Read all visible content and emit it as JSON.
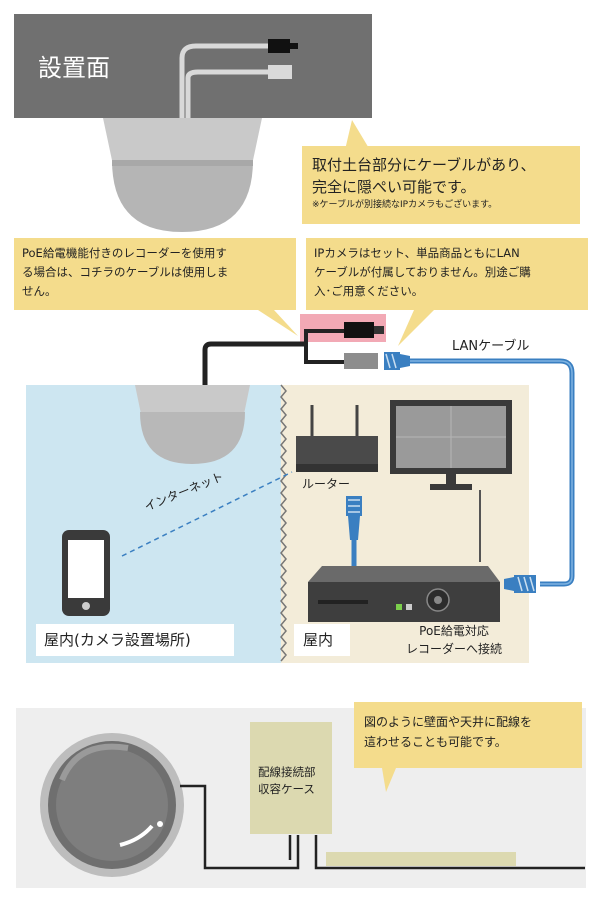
{
  "top_section": {
    "ceiling_label": "設置面"
  },
  "callouts": {
    "mount": {
      "line1": "取付土台部分にケーブルがあり、",
      "line2": "完全に隠ぺい可能です。",
      "note": "※ケーブルが別接続なIPカメラもございます。"
    },
    "poe": {
      "line1": "PoE給電機能付きのレコーダーを使用す",
      "line2": "る場合は、コチラのケーブルは使用しま",
      "line3": "せん。"
    },
    "lan_cable": {
      "line1": "IPカメラはセット、単品商品ともにLAN",
      "line2": "ケーブルが付属しておりません。別途ご購",
      "line3": "入･ご用意ください。"
    },
    "wall_routing": {
      "line1": "図のように壁面や天井に配線を",
      "line2": "這わせることも可能です。"
    }
  },
  "network_section": {
    "lan_cable_label": "LANケーブル",
    "internet_label": "インターネット",
    "router_label": "ルーター",
    "indoor_camera_room_label": "屋内(カメラ設置場所)",
    "indoor_label": "屋内",
    "recorder_label_line1": "PoE給電対応",
    "recorder_label_line2": "レコーダーへ接続"
  },
  "bottom_section": {
    "junction_box_line1": "配線接続部",
    "junction_box_line2": "収容ケース"
  },
  "colors": {
    "ceiling": "#707070",
    "callout": "#f4dc8c",
    "indoor_left": "#cde6f1",
    "indoor_right": "#f3ecd9",
    "cable_blue": "#3a7fc1",
    "highlight_pink": "#f2a9b5",
    "junction_box": "#dcd9b0"
  }
}
